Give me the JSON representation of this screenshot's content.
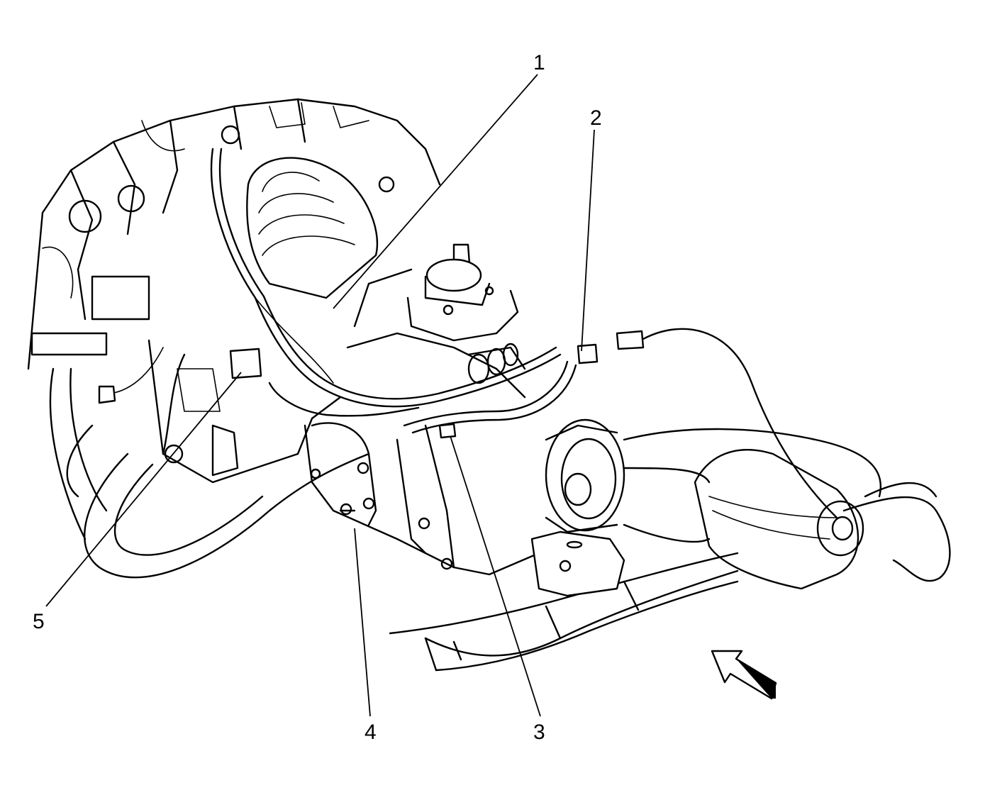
{
  "diagram": {
    "callouts": [
      {
        "id": "1",
        "label": "1"
      },
      {
        "id": "2",
        "label": "2"
      },
      {
        "id": "3",
        "label": "3"
      },
      {
        "id": "4",
        "label": "4"
      },
      {
        "id": "5",
        "label": "5"
      }
    ],
    "icons": {
      "view_arrow": "view-direction-arrow-icon"
    },
    "colors": {
      "ink": "#000000",
      "paper": "#ffffff"
    }
  }
}
